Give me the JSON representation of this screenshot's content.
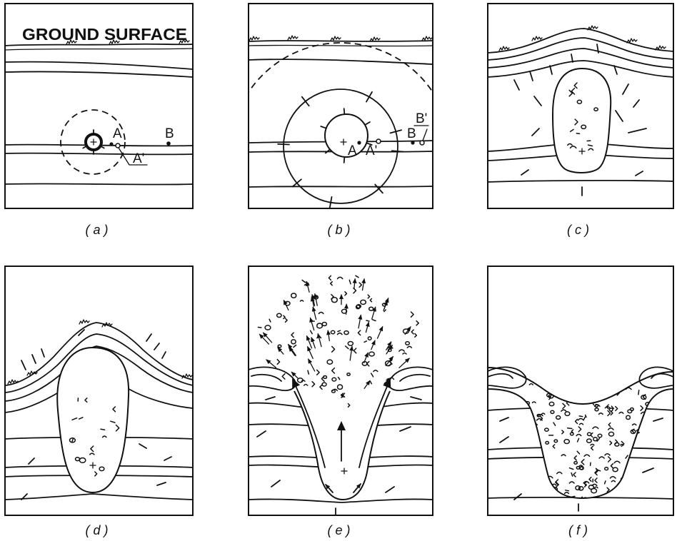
{
  "figure": {
    "ink_color": "#111111",
    "paper_color": "#ffffff"
  },
  "panel_a": {
    "caption": "(a)",
    "ground_label": "GROUND SURFACE",
    "point_a": "A",
    "point_a_prime": "A'",
    "point_b": "B"
  },
  "panel_b": {
    "caption": "(b)",
    "point_a": "A",
    "point_a_prime": "A'",
    "point_b": "B",
    "point_b_prime": "B'"
  },
  "panel_c": {
    "caption": "(c)"
  },
  "panel_d": {
    "caption": "(d)"
  },
  "panel_e": {
    "caption": "(e)"
  },
  "panel_f": {
    "caption": "(f)"
  }
}
